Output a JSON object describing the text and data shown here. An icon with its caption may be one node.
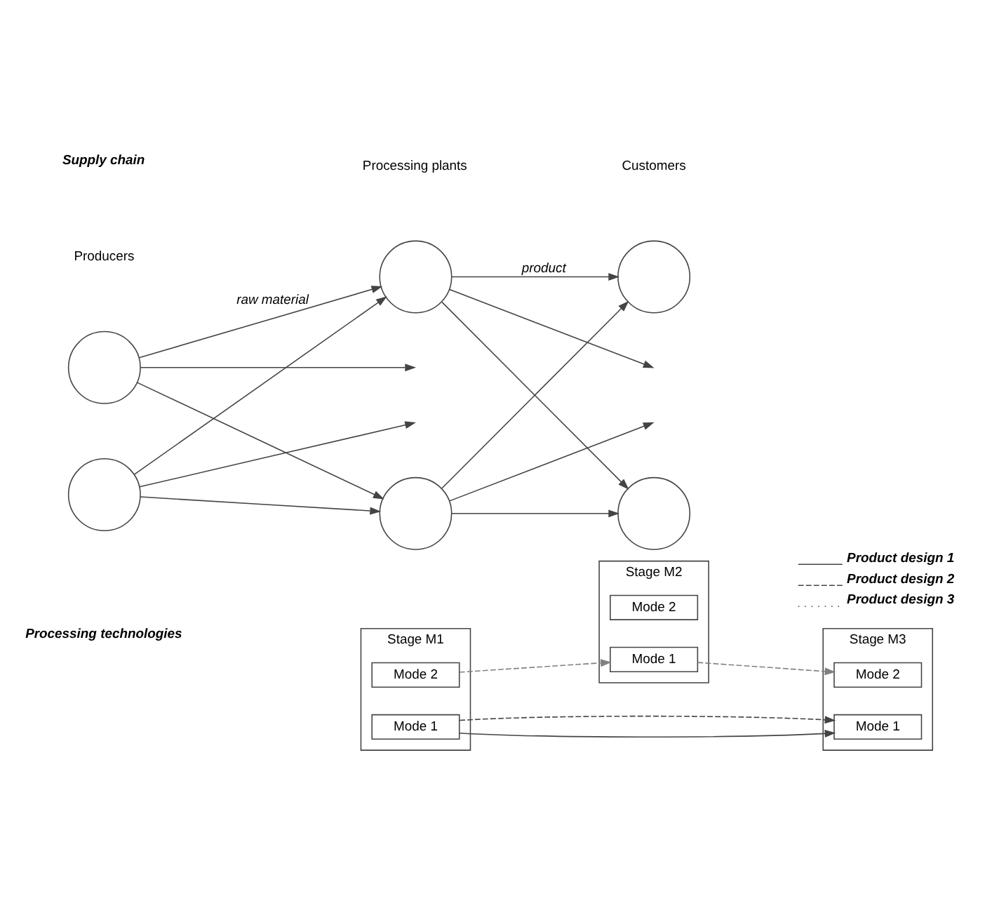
{
  "diagram": {
    "nodes": [
      {
        "text": [],
        "shape": "circle"
      },
      {
        "text": [],
        "shape": "circle"
      },
      {
        "text": [],
        "shape": "circle"
      },
      {
        "text": [],
        "shape": "circle"
      },
      {
        "text": [],
        "shape": "circle"
      },
      {
        "text": [],
        "shape": "circle"
      },
      {
        "text": [
          "Stage M1"
        ]
      },
      {
        "text": [
          "Mode 1"
        ],
        "in": 6
      },
      {
        "text": [
          "Mode 2"
        ],
        "in": 6
      },
      {
        "text": [
          "Stage M3"
        ]
      },
      {
        "text": [
          "Mode 1"
        ],
        "in": 9
      },
      {
        "text": [
          "Mode 2"
        ],
        "in": 9
      },
      {
        "text": [
          "Stage M2"
        ]
      },
      {
        "text": [
          "Mode 1"
        ],
        "in": 12
      },
      {
        "text": [
          "Mode 2"
        ],
        "in": 12
      }
    ],
    "edges": [
      {
        "from": 0,
        "to": 2,
        "arrow": "to",
        "label": "raw material"
      },
      {
        "from": 0,
        "to": null,
        "arrow": "to"
      },
      {
        "from": 0,
        "to": 3,
        "arrow": "to"
      },
      {
        "from": 1,
        "to": 2,
        "arrow": "to"
      },
      {
        "from": 1,
        "to": null,
        "arrow": "to"
      },
      {
        "from": 1,
        "to": 3,
        "arrow": "to"
      },
      {
        "from": 2,
        "to": 4,
        "arrow": "to",
        "label": "product"
      },
      {
        "from": 2,
        "to": null,
        "arrow": "to"
      },
      {
        "from": 2,
        "to": 5,
        "arrow": "to"
      },
      {
        "from": 3,
        "to": 4,
        "arrow": "to"
      },
      {
        "from": 3,
        "to": null,
        "arrow": "to"
      },
      {
        "from": 3,
        "to": 5,
        "arrow": "to"
      },
      {
        "from": 7,
        "to": 10,
        "arrow": "to"
      },
      {
        "from": 7,
        "to": 10,
        "arrow": "to",
        "style": "dashed"
      },
      {
        "from": 8,
        "to": 13,
        "arrow": "to",
        "style": "dashed",
        "color": "#808080"
      },
      {
        "from": 13,
        "to": 11,
        "arrow": "to",
        "style": "dashed",
        "color": "#808080"
      }
    ],
    "labels": [
      "Supply chain",
      "Producers",
      "Processing plants",
      "Customers",
      "Processing technologies"
    ],
    "legend": [
      {
        "text": "Product design 1"
      },
      {
        "text": "Product design 2"
      },
      {
        "text": "Product design 3"
      }
    ]
  }
}
